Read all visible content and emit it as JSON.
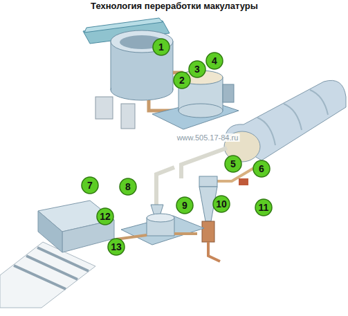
{
  "diagram": {
    "title": "Технология переработки макулатуры",
    "labels": [
      "1",
      "2",
      "3",
      "4",
      "www.505.17-84.ru",
      "5",
      "6",
      "7",
      "8",
      "9",
      "10",
      "11",
      "12",
      "13"
    ]
  }
}
